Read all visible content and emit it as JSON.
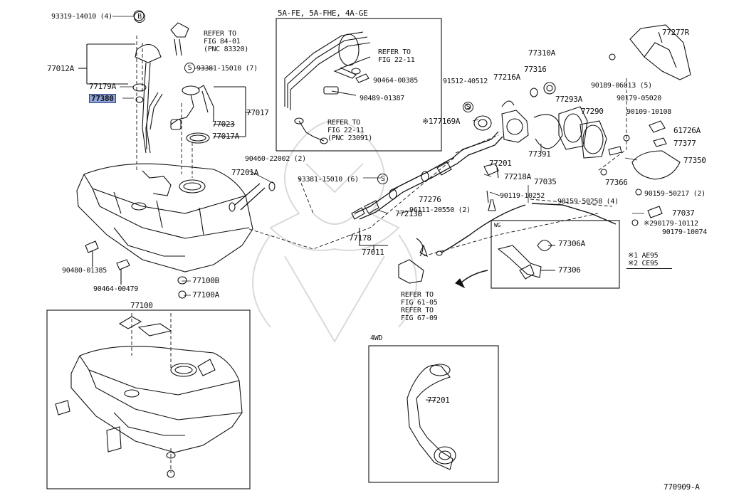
{
  "labels": [
    {
      "id": "l1",
      "text": "93319-14010 (4)"
    },
    {
      "id": "l2",
      "text": "REFER TO\nFIG 84-01\n(PNC 83320)"
    },
    {
      "id": "l3",
      "text": "77012A"
    },
    {
      "id": "l4",
      "text": "77179A"
    },
    {
      "id": "l5",
      "text": "77380"
    },
    {
      "id": "l6",
      "text": "93381-15010 (7)"
    },
    {
      "id": "l7",
      "text": "77017"
    },
    {
      "id": "l8",
      "text": "77023"
    },
    {
      "id": "l9",
      "text": "77017A"
    },
    {
      "id": "l10",
      "text": "5A-FE, 5A-FHE, 4A-GE"
    },
    {
      "id": "l11",
      "text": "REFER TO\nFIG 22-11"
    },
    {
      "id": "l12",
      "text": "90464-00385"
    },
    {
      "id": "l13",
      "text": "90489-01387"
    },
    {
      "id": "l14",
      "text": "REFER TO\nFIG 22-11\n(PNC 23091)"
    },
    {
      "id": "l15",
      "text": "90460-22002 (2)"
    },
    {
      "id": "l16",
      "text": "77201A"
    },
    {
      "id": "l17",
      "text": "93381-15010 (6)"
    },
    {
      "id": "l18",
      "text": "96111-20550 (2)"
    },
    {
      "id": "l19",
      "text": "77213B"
    },
    {
      "id": "l20",
      "text": "77276"
    },
    {
      "id": "l21",
      "text": "77178"
    },
    {
      "id": "l22",
      "text": "77011"
    },
    {
      "id": "l23",
      "text": "90480-01385"
    },
    {
      "id": "l24",
      "text": "90464-00479"
    },
    {
      "id": "l25",
      "text": "77100B"
    },
    {
      "id": "l26",
      "text": "77100A"
    },
    {
      "id": "l27",
      "text": "77100"
    },
    {
      "id": "l28",
      "text": "91512-40512"
    },
    {
      "id": "l29",
      "text": "77216A"
    },
    {
      "id": "l30",
      "text": "77316"
    },
    {
      "id": "l31",
      "text": "77310A"
    },
    {
      "id": "l32",
      "text": "※177169A"
    },
    {
      "id": "l33",
      "text": "77293A"
    },
    {
      "id": "l34",
      "text": "77290"
    },
    {
      "id": "l35",
      "text": "77391"
    },
    {
      "id": "l36",
      "text": "77201"
    },
    {
      "id": "l37",
      "text": "77218A"
    },
    {
      "id": "l38",
      "text": "90119-10252"
    },
    {
      "id": "l39",
      "text": "77035"
    },
    {
      "id": "l40",
      "text": "77277R"
    },
    {
      "id": "l41",
      "text": "90189-06013 (5)"
    },
    {
      "id": "l42",
      "text": "90179-05020"
    },
    {
      "id": "l43",
      "text": "90109-10108"
    },
    {
      "id": "l44",
      "text": "61726A"
    },
    {
      "id": "l45",
      "text": "77377"
    },
    {
      "id": "l46",
      "text": "77350"
    },
    {
      "id": "l47",
      "text": "77366"
    },
    {
      "id": "l48",
      "text": "90159-50217 (2)"
    },
    {
      "id": "l49",
      "text": "90159-50258 (4)"
    },
    {
      "id": "l50",
      "text": "77037"
    },
    {
      "id": "l51",
      "text": "※290179-10112"
    },
    {
      "id": "l52",
      "text": "90179-10074"
    },
    {
      "id": "l53",
      "text": "※1 AE95\n※2 CE95"
    },
    {
      "id": "l54",
      "text": "WG"
    },
    {
      "id": "l55",
      "text": "77306A"
    },
    {
      "id": "l56",
      "text": "77306"
    },
    {
      "id": "l57",
      "text": "REFER TO\nFIG 61-05\nREFER TO\nFIG 67-09"
    },
    {
      "id": "l58",
      "text": "4WD"
    },
    {
      "id": "l59",
      "text": "77201"
    },
    {
      "id": "l60",
      "text": "770909-A"
    }
  ],
  "callouts": [
    {
      "id": "c1",
      "text": "B"
    },
    {
      "id": "c2",
      "text": "S"
    },
    {
      "id": "c3",
      "text": "S"
    },
    {
      "id": "c4",
      "text": "S"
    }
  ],
  "colors": {
    "highlight": "#8fa3d8",
    "ink": "#111111",
    "watermark": "#d9d9d9"
  }
}
